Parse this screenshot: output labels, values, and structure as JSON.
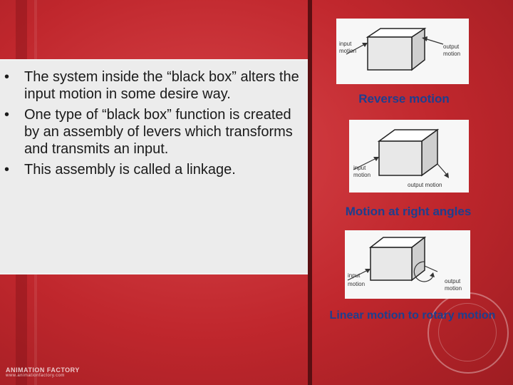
{
  "bullets": [
    "The system inside the “black box” alters the input motion in some desire way.",
    "One type of “black box” function is created by an assembly of levers which transforms and transmits an input.",
    "This assembly is called a linkage."
  ],
  "bullet_glyph": "•",
  "diagrams": {
    "reverse": {
      "caption": "Reverse motion",
      "input_line1": "input",
      "input_line2": "motion",
      "output_line1": "output",
      "output_line2": "motion"
    },
    "right_angles": {
      "caption": "Motion at right angles",
      "input_line1": "input",
      "input_line2": "motion",
      "output_label": "output motion"
    },
    "rotary": {
      "caption": "Linear motion to rotary motion",
      "input_line1": "input",
      "input_line2": "motion",
      "output_line1": "output",
      "output_line2": "motion"
    }
  },
  "logo": {
    "title": "ANIMATION FACTORY",
    "url": "www.animationfactory.com"
  },
  "colors": {
    "background": "#c0272d",
    "caption": "#1d3f8f",
    "panel": "#ececec"
  }
}
